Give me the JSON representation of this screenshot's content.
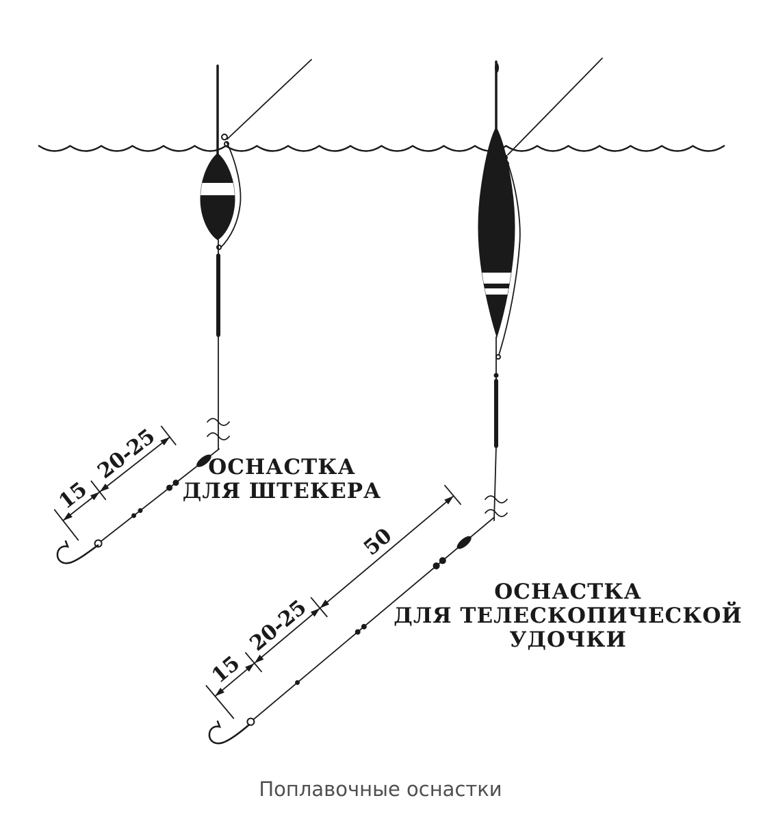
{
  "diagram": {
    "caption": "Поплавочные оснастки",
    "colors": {
      "ink": "#1a1a1a",
      "caption_text": "#4f4f4f",
      "background": "#ffffff"
    },
    "left_rig": {
      "label_line1": "ОСНАСТКА",
      "label_line2": "ДЛЯ ШТЕКЕРА",
      "dim_15": "15",
      "dim_20_25": "20-25"
    },
    "right_rig": {
      "label_line1": "ОСНАСТКА",
      "label_line2": "ДЛЯ ТЕЛЕСКОПИЧЕСКОЙ",
      "label_line3": "УДОЧКИ",
      "dim_15": "15",
      "dim_20_25": "20-25",
      "dim_50": "50"
    }
  }
}
